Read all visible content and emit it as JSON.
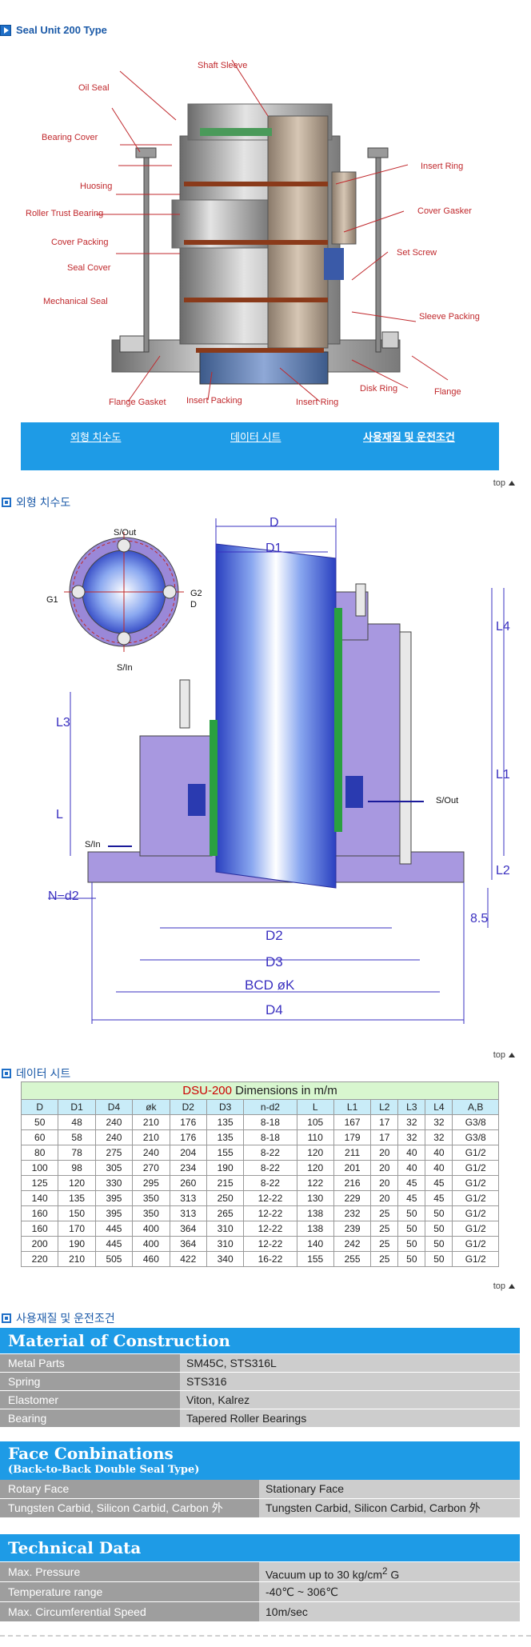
{
  "header": {
    "title": "Seal Unit 200 Type"
  },
  "cutaway_labels": {
    "shaft_sleeve": "Shaft Sleeve",
    "oil_seal": "Oil Seal",
    "bearing_cover": "Bearing Cover",
    "huosing": "Huosing",
    "roller_trust_bearing": "Roller Trust Bearing",
    "cover_packing": "Cover Packing",
    "seal_cover": "Seal Cover",
    "mechanical_seal": "Mechanical Seal",
    "insert_ring_right": "Insert Ring",
    "cover_gasker": "Cover Gasker",
    "set_screw": "Set Screw",
    "sleeve_packing": "Sleeve Packing",
    "flange_gasket": "Flange Gasket",
    "insert_packing": "Insert Packing",
    "insert_ring_bottom": "Insert Ring",
    "disk_ring": "Disk Ring",
    "flange": "Flange"
  },
  "nav": {
    "outline": "외형 치수도",
    "datasheet": "데이터 시트",
    "materials": "사용재질 및 운전조건"
  },
  "top_link": "top",
  "sections": {
    "outline": "외형 치수도",
    "datasheet": "데이터 시트",
    "materials": "사용재질 및 운전조건"
  },
  "drawing_labels": {
    "s_out_top": "S/Out",
    "g1": "G1",
    "g2": "G2",
    "d_small": "D",
    "s_in_bottom": "S/In",
    "D": "D",
    "D1": "D1",
    "L4": "L4",
    "L3": "L3",
    "L1": "L1",
    "L": "L",
    "s_out_right": "S/Out",
    "s_in_left": "S/In",
    "L2": "L2",
    "N_d2": "N−d2",
    "dim_85": "8.5",
    "D2": "D2",
    "D3": "D3",
    "BCD": "BCD  øK",
    "D4": "D4"
  },
  "table": {
    "caption_red": "DSU-200",
    "caption_rest": " Dimensions in m/m",
    "headers": [
      "D",
      "D1",
      "D4",
      "øk",
      "D2",
      "D3",
      "n-d2",
      "L",
      "L1",
      "L2",
      "L3",
      "L4",
      "A,B"
    ],
    "rows": [
      [
        "50",
        "48",
        "240",
        "210",
        "176",
        "135",
        "8-18",
        "105",
        "167",
        "17",
        "32",
        "32",
        "G3/8"
      ],
      [
        "60",
        "58",
        "240",
        "210",
        "176",
        "135",
        "8-18",
        "110",
        "179",
        "17",
        "32",
        "32",
        "G3/8"
      ],
      [
        "80",
        "78",
        "275",
        "240",
        "204",
        "155",
        "8-22",
        "120",
        "211",
        "20",
        "40",
        "40",
        "G1/2"
      ],
      [
        "100",
        "98",
        "305",
        "270",
        "234",
        "190",
        "8-22",
        "120",
        "201",
        "20",
        "40",
        "40",
        "G1/2"
      ],
      [
        "125",
        "120",
        "330",
        "295",
        "260",
        "215",
        "8-22",
        "122",
        "216",
        "20",
        "45",
        "45",
        "G1/2"
      ],
      [
        "140",
        "135",
        "395",
        "350",
        "313",
        "250",
        "12-22",
        "130",
        "229",
        "20",
        "45",
        "45",
        "G1/2"
      ],
      [
        "160",
        "150",
        "395",
        "350",
        "313",
        "265",
        "12-22",
        "138",
        "232",
        "25",
        "50",
        "50",
        "G1/2"
      ],
      [
        "160",
        "170",
        "445",
        "400",
        "364",
        "310",
        "12-22",
        "138",
        "239",
        "25",
        "50",
        "50",
        "G1/2"
      ],
      [
        "200",
        "190",
        "445",
        "400",
        "364",
        "310",
        "12-22",
        "140",
        "242",
        "25",
        "50",
        "50",
        "G1/2"
      ],
      [
        "220",
        "210",
        "505",
        "460",
        "422",
        "340",
        "16-22",
        "155",
        "255",
        "25",
        "50",
        "50",
        "G1/2"
      ]
    ]
  },
  "materials": {
    "title": "Material of Construction",
    "rows": [
      {
        "k": "Metal Parts",
        "v": "SM45C, STS316L"
      },
      {
        "k": "Spring",
        "v": "STS316"
      },
      {
        "k": "Elastomer",
        "v": "Viton, Kalrez"
      },
      {
        "k": "Bearing",
        "v": "Tapered Roller Bearings"
      }
    ]
  },
  "face": {
    "title": "Face Conbinations",
    "subtitle": "(Back-to-Back Double Seal Type)",
    "head_rotary": "Rotary Face",
    "head_stationary": "Stationary Face",
    "rotary": "Tungsten Carbid, Silicon Carbid, Carbon 外",
    "stationary": "Tungsten Carbid, Silicon Carbid, Carbon 外"
  },
  "technical": {
    "title": "Technical Data",
    "rows": [
      {
        "k": "Max. Pressure",
        "v": "Vacuum up to 30 kg/cm",
        "sup": "2",
        "tail": " G"
      },
      {
        "k": "Temperature range",
        "v": "-40℃ ~ 306℃"
      },
      {
        "k": "Max. Circumferential Speed",
        "v": "10m/sec"
      }
    ]
  }
}
